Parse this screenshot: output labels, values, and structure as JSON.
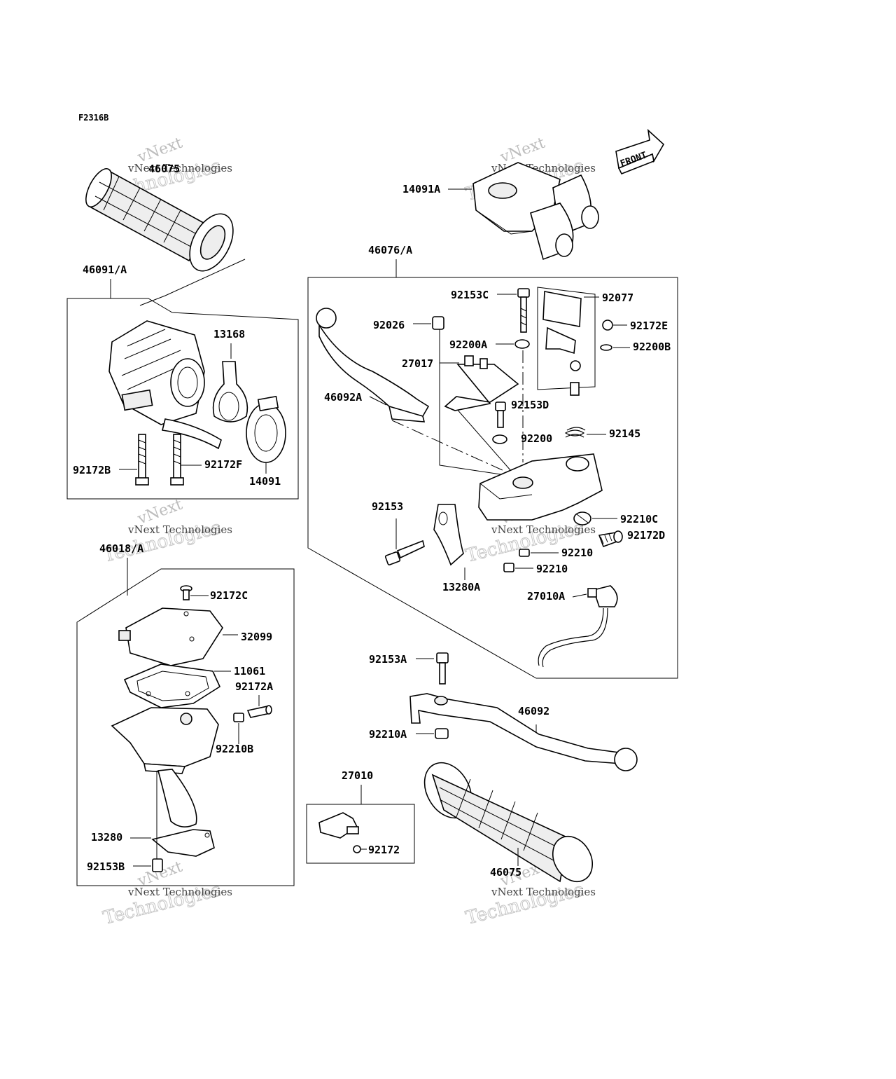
{
  "diagram_code": "F2316B",
  "front_marker": "FRONT",
  "watermark": {
    "line1": "vNext",
    "line2": "Technologies",
    "line3": "vNext Technologies"
  },
  "labels": {
    "46075_top": "46075",
    "46091A": "46091/A",
    "13168": "13168",
    "92172B": "92172B",
    "92172F": "92172F",
    "14091": "14091",
    "14091A": "14091A",
    "46076A": "46076/A",
    "92153C": "92153C",
    "92077": "92077",
    "92026": "92026",
    "92172E": "92172E",
    "92200A": "92200A",
    "92200B": "92200B",
    "27017": "27017",
    "46092A": "46092A",
    "92153D": "92153D",
    "92145": "92145",
    "92200": "92200",
    "92153": "92153",
    "92210C": "92210C",
    "92172D": "92172D",
    "92210_a": "92210",
    "92210_b": "92210",
    "13280A": "13280A",
    "27010A": "27010A",
    "46018A": "46018/A",
    "92172C": "92172C",
    "32099": "32099",
    "11061": "11061",
    "92172A": "92172A",
    "92210B": "92210B",
    "13280": "13280",
    "92153B": "92153B",
    "92153A": "92153A",
    "46092": "46092",
    "92210A": "92210A",
    "27010": "27010",
    "92172": "92172",
    "46075_bottom": "46075"
  }
}
